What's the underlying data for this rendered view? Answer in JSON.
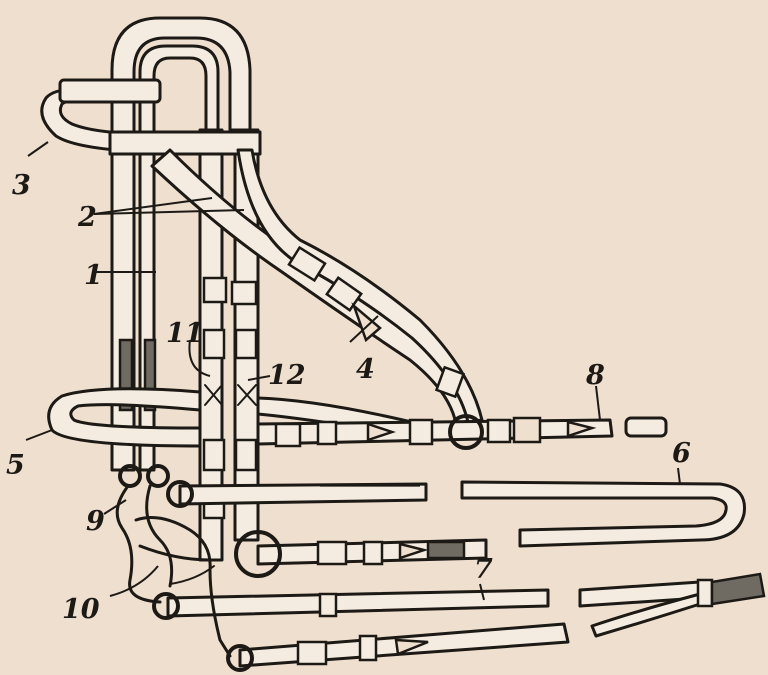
{
  "diagram": {
    "labels": [
      {
        "id": "label-1",
        "text": "1"
      },
      {
        "id": "label-2",
        "text": "2"
      },
      {
        "id": "label-3",
        "text": "3"
      },
      {
        "id": "label-4",
        "text": "4"
      },
      {
        "id": "label-5",
        "text": "5"
      },
      {
        "id": "label-6",
        "text": "6"
      },
      {
        "id": "label-7",
        "text": "7"
      },
      {
        "id": "label-8",
        "text": "8"
      },
      {
        "id": "label-9",
        "text": "9"
      },
      {
        "id": "label-10",
        "text": "10"
      },
      {
        "id": "label-11",
        "text": "11"
      },
      {
        "id": "label-12",
        "text": "12"
      }
    ],
    "colors": {
      "background": "#efdfcf",
      "ink": "#1d1a16",
      "strap": "#f4ece1"
    }
  }
}
